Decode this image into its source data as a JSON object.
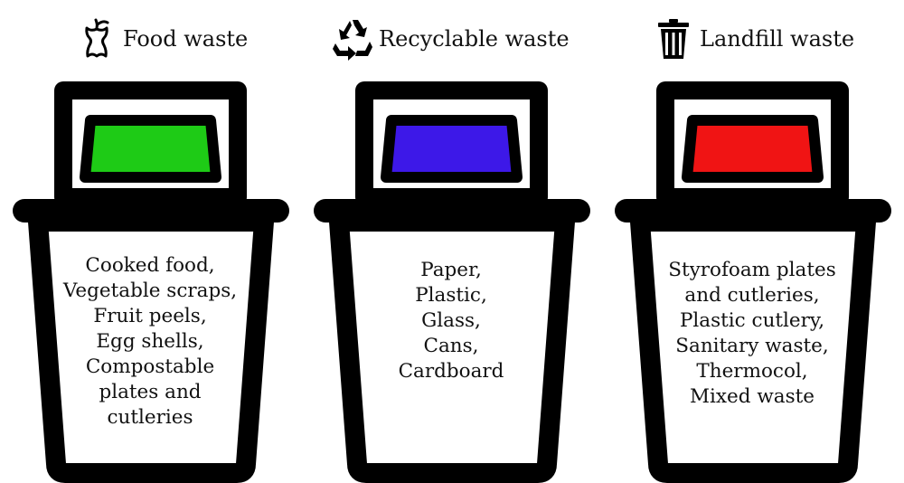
{
  "bins": [
    {
      "title": "Food waste",
      "icon": "apple-core-icon",
      "lid_color": "#1ecb16",
      "items": [
        "Cooked food,",
        "Vegetable scraps,",
        "Fruit peels,",
        "Egg shells,",
        "Compostable",
        "plates and",
        "cutleries"
      ]
    },
    {
      "title": "Recyclable waste",
      "icon": "recycle-icon",
      "lid_color": "#3d18e8",
      "items": [
        "Paper,",
        "Plastic,",
        "Glass,",
        "Cans,",
        "Cardboard"
      ]
    },
    {
      "title": "Landfill waste",
      "icon": "trash-can-icon",
      "lid_color": "#f01414",
      "items": [
        "Styrofoam plates",
        "and cutleries,",
        "Plastic cutlery,",
        "Sanitary waste,",
        "Thermocol,",
        "Mixed waste"
      ]
    }
  ]
}
